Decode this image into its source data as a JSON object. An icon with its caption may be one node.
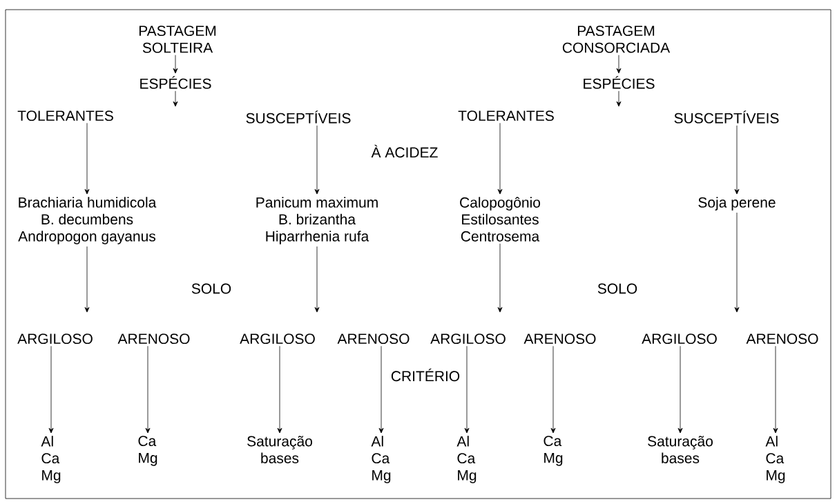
{
  "diagram": {
    "nodes": [
      {
        "text": [
          "PASTAGEM SOLTEIRA"
        ]
      },
      {
        "text": [
          "ESPÉCIES"
        ]
      },
      {
        "text": [
          "PASTAGEM CONSORCIADA"
        ]
      },
      {
        "text": [
          "ESPÉCIES"
        ]
      },
      {
        "text": [
          "TOLERANTES"
        ]
      },
      {
        "text": [
          "SUSCEPTÍVEIS"
        ]
      },
      {
        "text": [
          "TOLERANTES"
        ]
      },
      {
        "text": [
          "SUSCEPTÍVEIS"
        ]
      },
      {
        "text": [
          "Brachiaria humidicola",
          "B. decumbens",
          "Andropogon gayanus"
        ]
      },
      {
        "text": [
          "Panicum maximum",
          "B. brizantha",
          "Hiparrhenia rufa"
        ]
      },
      {
        "text": [
          "Calopogônio",
          "Estilosantes",
          "Centrosema"
        ]
      },
      {
        "text": [
          "Soja perene"
        ]
      },
      {
        "text": [
          "ARGILOSO"
        ]
      },
      {
        "text": [
          "ARENOSO"
        ]
      },
      {
        "text": [
          "ARGILOSO"
        ]
      },
      {
        "text": [
          "ARENOSO"
        ]
      },
      {
        "text": [
          "ARGILOSO"
        ]
      },
      {
        "text": [
          "ARENOSO"
        ]
      },
      {
        "text": [
          "ARGILOSO"
        ]
      },
      {
        "text": [
          "ARENOSO"
        ]
      },
      {
        "text": [
          "Al",
          "Ca",
          "Mg"
        ]
      },
      {
        "text": [
          "Ca",
          "Mg"
        ]
      },
      {
        "text": [
          "Saturação bases"
        ]
      },
      {
        "text": [
          "Al",
          "Ca",
          "Mg"
        ]
      },
      {
        "text": [
          "Al",
          "Ca",
          "Mg"
        ]
      },
      {
        "text": [
          "Ca",
          "Mg"
        ]
      },
      {
        "text": [
          "Saturação bases"
        ]
      },
      {
        "text": [
          "Al",
          "Ca",
          "Mg"
        ]
      }
    ],
    "edges": [
      {
        "from": 0,
        "to": 1,
        "arrow": "to"
      },
      {
        "from": 1,
        "to": null,
        "arrow": "to"
      },
      {
        "from": 2,
        "to": 3,
        "arrow": "to"
      },
      {
        "from": 3,
        "to": null,
        "arrow": "to"
      },
      {
        "from": 4,
        "to": 8,
        "arrow": "to"
      },
      {
        "from": 5,
        "to": 9,
        "arrow": "to"
      },
      {
        "from": 6,
        "to": 10,
        "arrow": "to"
      },
      {
        "from": 7,
        "to": 11,
        "arrow": "to"
      },
      {
        "from": 8,
        "to": null,
        "arrow": "to"
      },
      {
        "from": 9,
        "to": null,
        "arrow": "to"
      },
      {
        "from": 10,
        "to": null,
        "arrow": "to"
      },
      {
        "from": 11,
        "to": null,
        "arrow": "to"
      },
      {
        "from": 12,
        "to": 20,
        "arrow": "to"
      },
      {
        "from": 13,
        "to": 21,
        "arrow": "to"
      },
      {
        "from": 14,
        "to": 22,
        "arrow": "to"
      },
      {
        "from": 15,
        "to": 23,
        "arrow": "to"
      },
      {
        "from": 16,
        "to": 24,
        "arrow": "to"
      },
      {
        "from": 17,
        "to": 25,
        "arrow": "to"
      },
      {
        "from": 18,
        "to": 26,
        "arrow": "to"
      },
      {
        "from": 19,
        "to": 27,
        "arrow": "to"
      }
    ],
    "labels": [
      "À ACIDEZ",
      "SOLO",
      "SOLO",
      "CRITÉRIO"
    ]
  }
}
